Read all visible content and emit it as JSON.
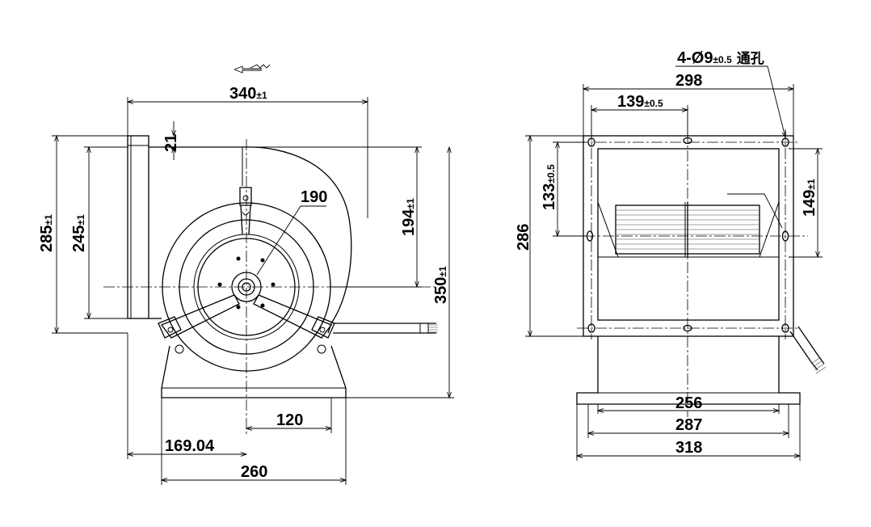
{
  "title": "",
  "side_view": {
    "width": "340",
    "width_tol": "±1",
    "flange_offset": "21",
    "outlet_height": "245",
    "outlet_height_tol": "±1",
    "total_height": "285",
    "total_height_tol": "±1",
    "shaft_to_top": "194",
    "shaft_to_top_tol": "±1",
    "overall_height": "350",
    "overall_height_tol": "±1",
    "wheel_diameter": "190",
    "base_offset": "120",
    "shaft_to_edge": "169.04",
    "base_width": "260"
  },
  "front_view": {
    "holes_label": "4-Ø9",
    "holes_tol": "±0.5",
    "holes_note": "通孔",
    "flange_width": "298",
    "hole_spacing_top": "139",
    "hole_spacing_top_tol": "±0.5",
    "hole_spacing_left": "133",
    "hole_spacing_left_tol": "±0.5",
    "hole_spacing_right": "149",
    "hole_spacing_right_tol": "±1",
    "flange_height": "286",
    "base_inner": "256",
    "base_mid": "287",
    "base_outer": "318"
  }
}
